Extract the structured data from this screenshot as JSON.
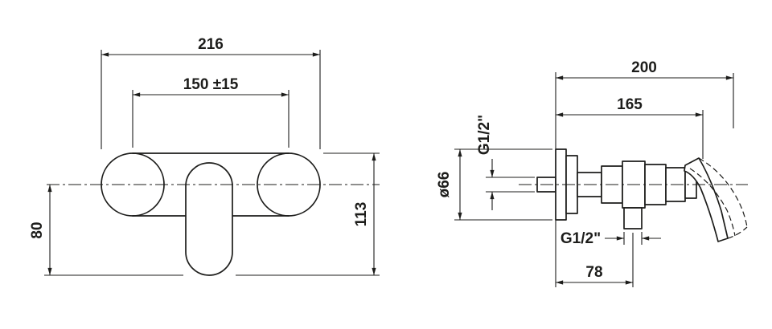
{
  "drawing": {
    "line_color": "#1d1d1b",
    "front_view": {
      "width_total": "216",
      "connection_spacing": "150 ±15",
      "height_below_axis": "80",
      "height_total": "113"
    },
    "side_view": {
      "depth_total": "200",
      "depth_to_handle": "165",
      "inlet_thread": "G1/2\"",
      "escutcheon_diameter": "ø66",
      "outlet_thread": "G1/2\"",
      "outlet_offset": "78"
    }
  }
}
